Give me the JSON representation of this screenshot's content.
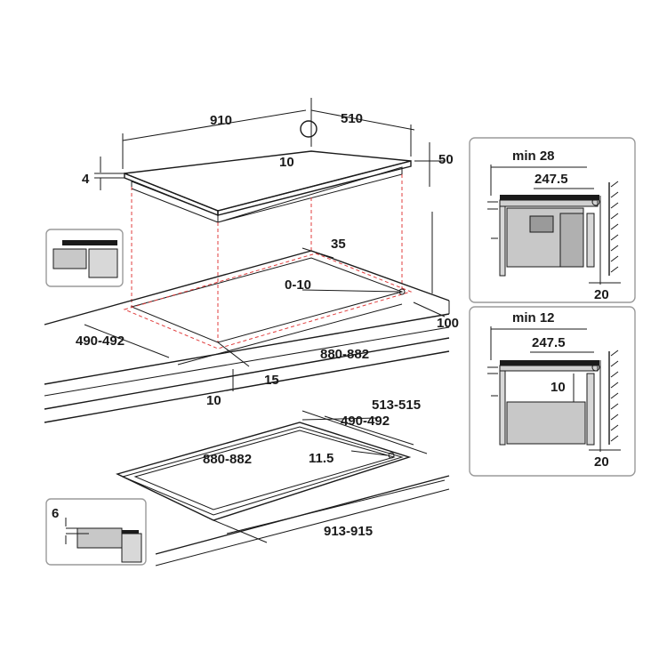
{
  "hob_top": {
    "width": "910",
    "depth": "510",
    "thickness": "4",
    "frame_height": "50",
    "edge_offset": "10"
  },
  "cutout_flush": {
    "back_margin": "35",
    "depth": "490-492",
    "width": "880-882",
    "front_offset": "10",
    "front_margin": "15",
    "rear_gap": "100",
    "tolerance": "0-10"
  },
  "cutout_recessed": {
    "outer_depth": "513-515",
    "inner_depth": "490-492",
    "inner_width": "880-882",
    "outer_width": "913-915",
    "radius": "11.5",
    "rebate_depth": "6"
  },
  "side_panel_top": {
    "min_clearance": "min 28",
    "offset": "247.5",
    "wall_gap": "20"
  },
  "side_panel_bottom": {
    "min_clearance": "min 12",
    "offset": "247.5",
    "gap": "10",
    "wall_gap": "20"
  },
  "colors": {
    "line": "#1a1a1a",
    "dashed": "#e03c3c",
    "panel_fill": "#c8c8c8",
    "panel_border": "#9a9a9a"
  }
}
